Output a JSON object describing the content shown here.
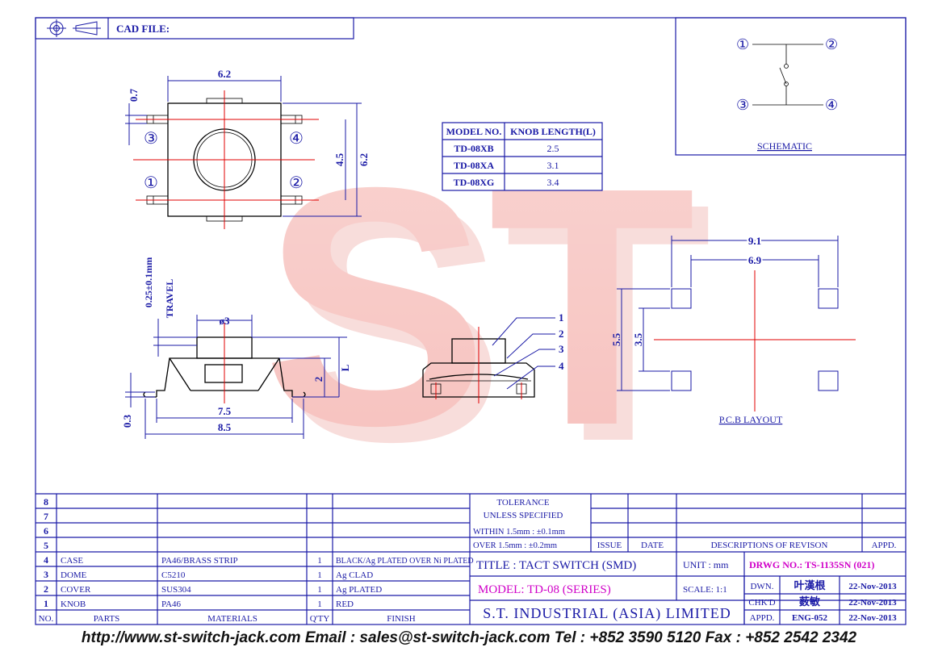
{
  "header": {
    "cad_file_label": "CAD FILE:"
  },
  "top_view": {
    "dim_width": "6.2",
    "dim_pin_offset": "0.7",
    "dim_inner_height": "4.5",
    "dim_total_height": "6.2",
    "pins": [
      "③",
      "④",
      "①",
      "②"
    ]
  },
  "knob_table": {
    "headers": [
      "MODEL NO.",
      "KNOB LENGTH(L)"
    ],
    "rows": [
      [
        "TD-08XB",
        "2.5"
      ],
      [
        "TD-08XA",
        "3.1"
      ],
      [
        "TD-08XG",
        "3.4"
      ]
    ]
  },
  "schematic": {
    "label": "SCHEMATIC",
    "pins": [
      "①",
      "②",
      "③",
      "④"
    ]
  },
  "side_view": {
    "travel_label": "0.25±0.1mm",
    "travel_word": "TRAVEL",
    "dim_knob_dia": "ø3",
    "dim_height": "2",
    "dim_length": "L",
    "dim_thickness": "0.3",
    "dim_body": "7.5",
    "dim_total": "8.5"
  },
  "section_view": {
    "callouts": [
      "1",
      "2",
      "3",
      "4"
    ]
  },
  "pcb_layout": {
    "label": "P.C.B LAYOUT",
    "dim_outer_w": "9.1",
    "dim_inner_w": "6.9",
    "dim_outer_h": "5.5",
    "dim_inner_h": "3.5"
  },
  "bom": {
    "empty_rows": [
      "8",
      "7",
      "6",
      "5"
    ],
    "rows": [
      {
        "no": "4",
        "part": "CASE",
        "material": "PA46/BRASS STRIP",
        "qty": "1",
        "finish": "BLACK/Ag PLATED OVER Ni PLATED"
      },
      {
        "no": "3",
        "part": "DOME",
        "material": "C5210",
        "qty": "1",
        "finish": "Ag CLAD"
      },
      {
        "no": "2",
        "part": "COVER",
        "material": "SUS304",
        "qty": "1",
        "finish": "Ag PLATED"
      },
      {
        "no": "1",
        "part": "KNOB",
        "material": "PA46",
        "qty": "1",
        "finish": "RED"
      }
    ],
    "headers": {
      "no": "NO.",
      "parts": "PARTS",
      "materials": "MATERIALS",
      "qty": "Q'TY",
      "finish": "FINISH"
    }
  },
  "tolerance": {
    "title": "TOLERANCE",
    "subtitle": "UNLESS   SPECIFIED",
    "within": "WITHIN  1.5mm : ±0.1mm",
    "over": "OVER    1.5mm : ±0.2mm"
  },
  "revision": {
    "issue": "ISSUE",
    "date": "DATE",
    "description": "DESCRIPTIONS OF REVISON",
    "appd": "APPD."
  },
  "title_block": {
    "title": "TITLE : TACT SWITCH (SMD)",
    "unit": "UNIT :  mm",
    "drwg_no": "DRWG NO.: TS-1135SN (021)",
    "model": "MODEL: TD-08 (SERIES)",
    "scale": "SCALE:  1:1",
    "dwn_label": "DWN.",
    "dwn_name": "叶漢根",
    "dwn_date": "22-Nov-2013",
    "chkd_label": "CHK'D",
    "chkd_name": "薮敏",
    "chkd_date": "22-Nov-2013",
    "company": "S.T. INDUSTRIAL (ASIA) LIMITED",
    "appd_label": "APPD.",
    "appd_name": "ENG-052",
    "appd_date": "22-Nov-2013"
  },
  "watermark": "ST",
  "footer": {
    "text": "http://www.st-switch-jack.com  Email : sales@st-switch-jack.com  Tel : +852 3590 5120  Fax : +852 2542 2342"
  }
}
